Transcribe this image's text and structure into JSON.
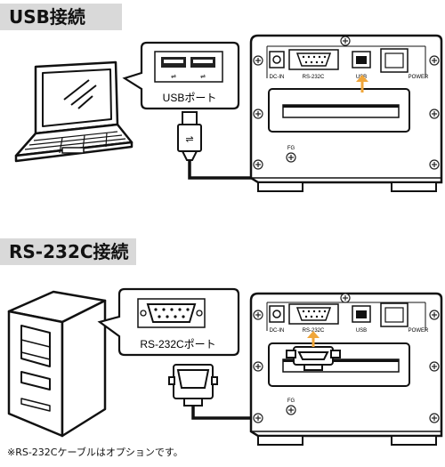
{
  "sections": [
    {
      "title": "USB接続",
      "callout_label": "USBポート",
      "device_labels": [
        "DC-IN",
        "RS-232C",
        "USB",
        "POWER",
        "FG"
      ]
    },
    {
      "title": "RS-232C接続",
      "callout_label": "RS-232Cポート",
      "device_labels": [
        "DC-IN",
        "RS-232C",
        "USB",
        "POWER",
        "FG"
      ]
    }
  ],
  "note": "※RS-232Cケーブルはオプションです。",
  "colors": {
    "section_bg": "#d9d9d9",
    "arrow": "#f0a63a",
    "line": "#111111"
  }
}
